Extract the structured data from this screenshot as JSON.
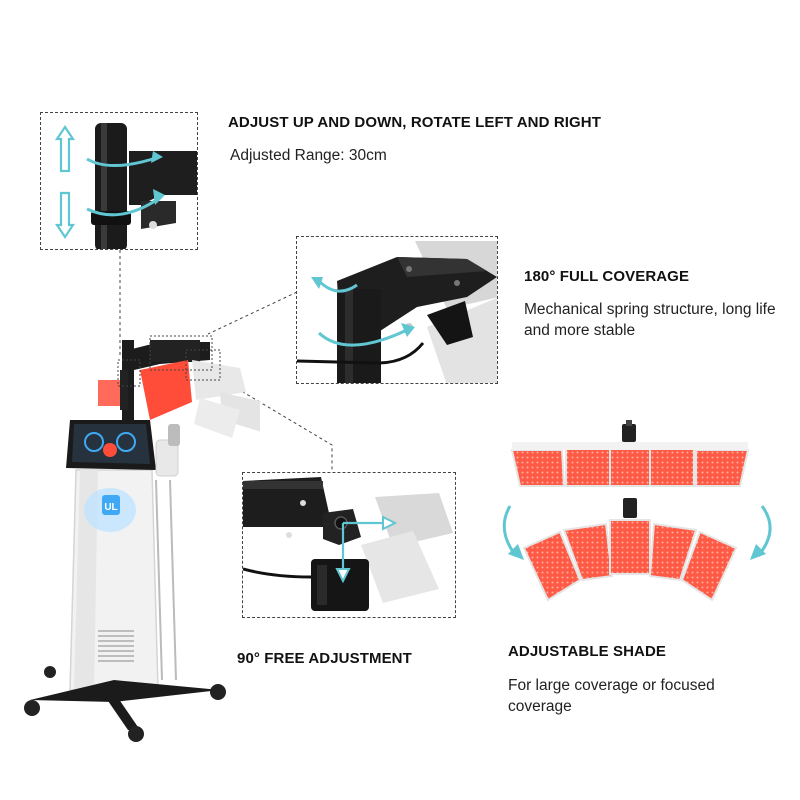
{
  "features": {
    "height": {
      "title": "ADJUST UP AND DOWN, ROTATE LEFT AND RIGHT",
      "desc": "Adjusted Range: 30cm"
    },
    "coverage": {
      "title": "180° FULL COVERAGE",
      "desc": "Mechanical spring structure, long life and more stable"
    },
    "free": {
      "title": "90° FREE ADJUSTMENT"
    },
    "shade": {
      "title": "ADJUSTABLE SHADE",
      "desc": "For large coverage or focused coverage"
    }
  },
  "device": {
    "logo": "UL"
  },
  "colors": {
    "panel_red": "#ff4d3a",
    "arrow_teal": "#5fc6d2",
    "arm_black": "#1e1e1e",
    "screen_blue": "#3fa9f5"
  }
}
